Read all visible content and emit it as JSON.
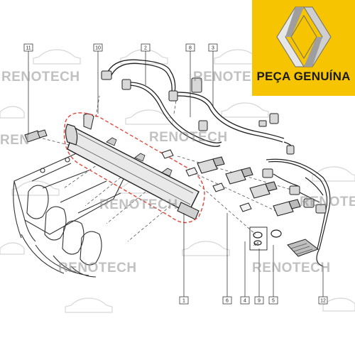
{
  "badge": {
    "text": "PEÇA GENUÍNA",
    "bg_color": "#f6c400",
    "logo_icon": "renault-diamond-icon"
  },
  "watermark": {
    "text": "RENOTECH"
  },
  "callouts": [
    "11",
    "10",
    "2",
    "8",
    "3",
    "1",
    "6",
    "4",
    "9",
    "5",
    "12"
  ],
  "sub_label": "x4"
}
